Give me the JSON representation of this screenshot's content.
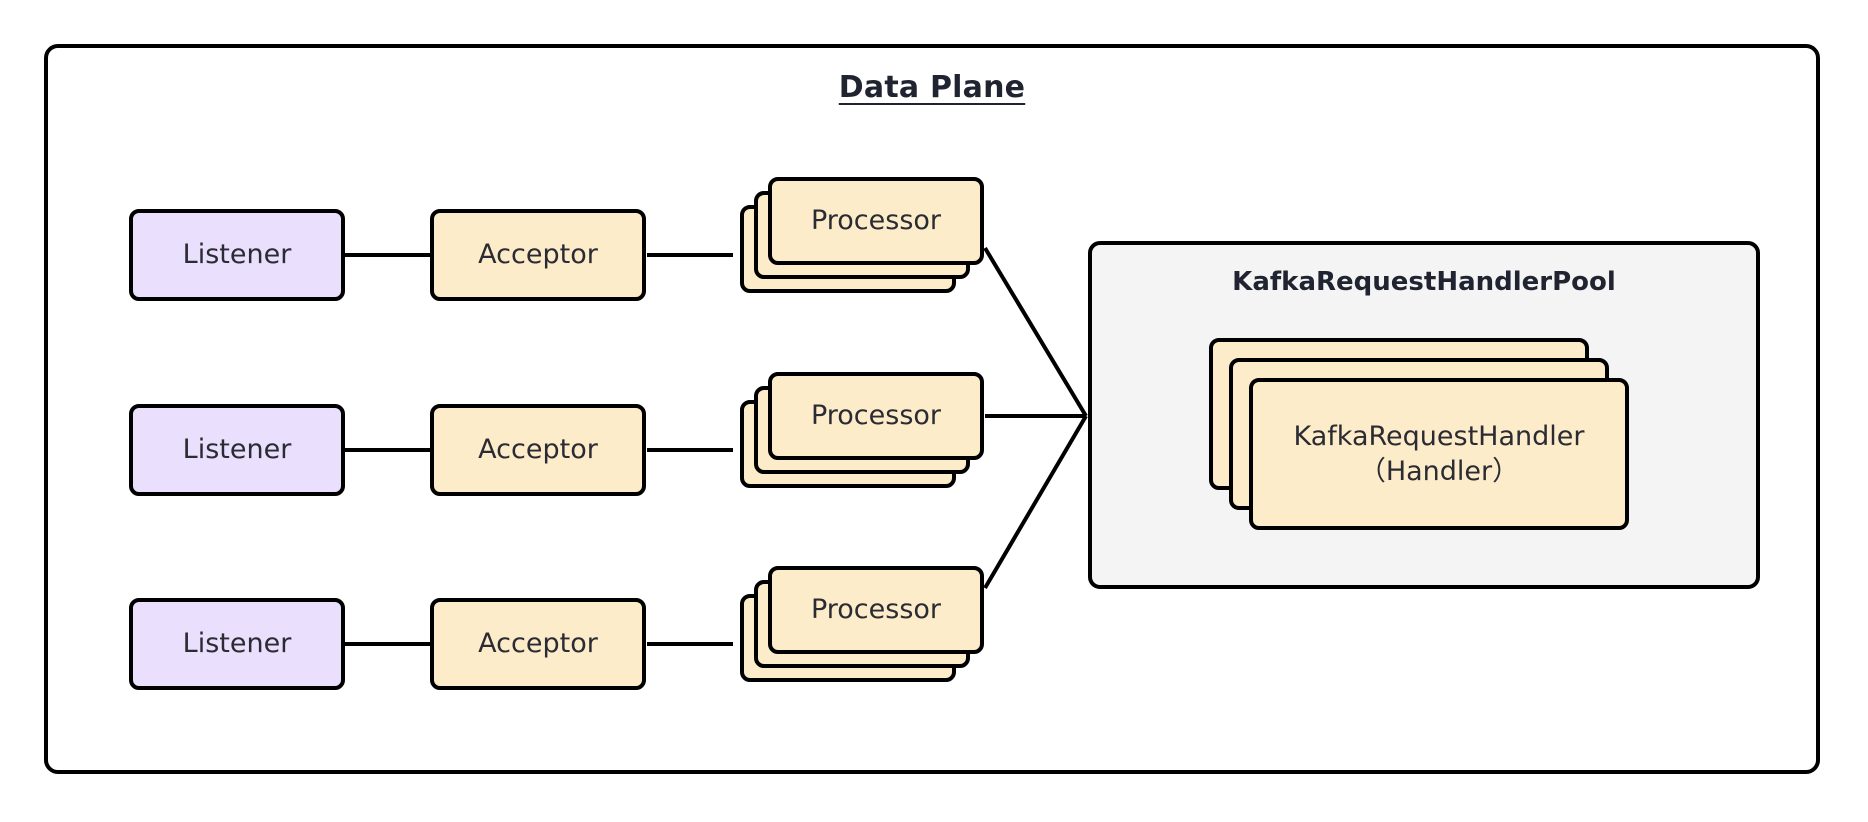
{
  "diagram": {
    "title": "Data Plane",
    "colors": {
      "listener_fill": "#eadffc",
      "acceptor_fill": "#fcecc9",
      "processor_fill": "#fcecc9",
      "handler_fill": "#fcecc9",
      "pool_fill": "#f4f4f4",
      "stroke": "#000000",
      "text": "#2b2b33"
    },
    "rows": [
      {
        "listener": "Listener",
        "acceptor": "Acceptor",
        "processor": "Processor"
      },
      {
        "listener": "Listener",
        "acceptor": "Acceptor",
        "processor": "Processor"
      },
      {
        "listener": "Listener",
        "acceptor": "Acceptor",
        "processor": "Processor"
      }
    ],
    "pool": {
      "title": "KafkaRequestHandlerPool",
      "handler_line1": "KafkaRequestHandler",
      "handler_line2": "（Handler）",
      "handler_stack_count": 3
    }
  }
}
